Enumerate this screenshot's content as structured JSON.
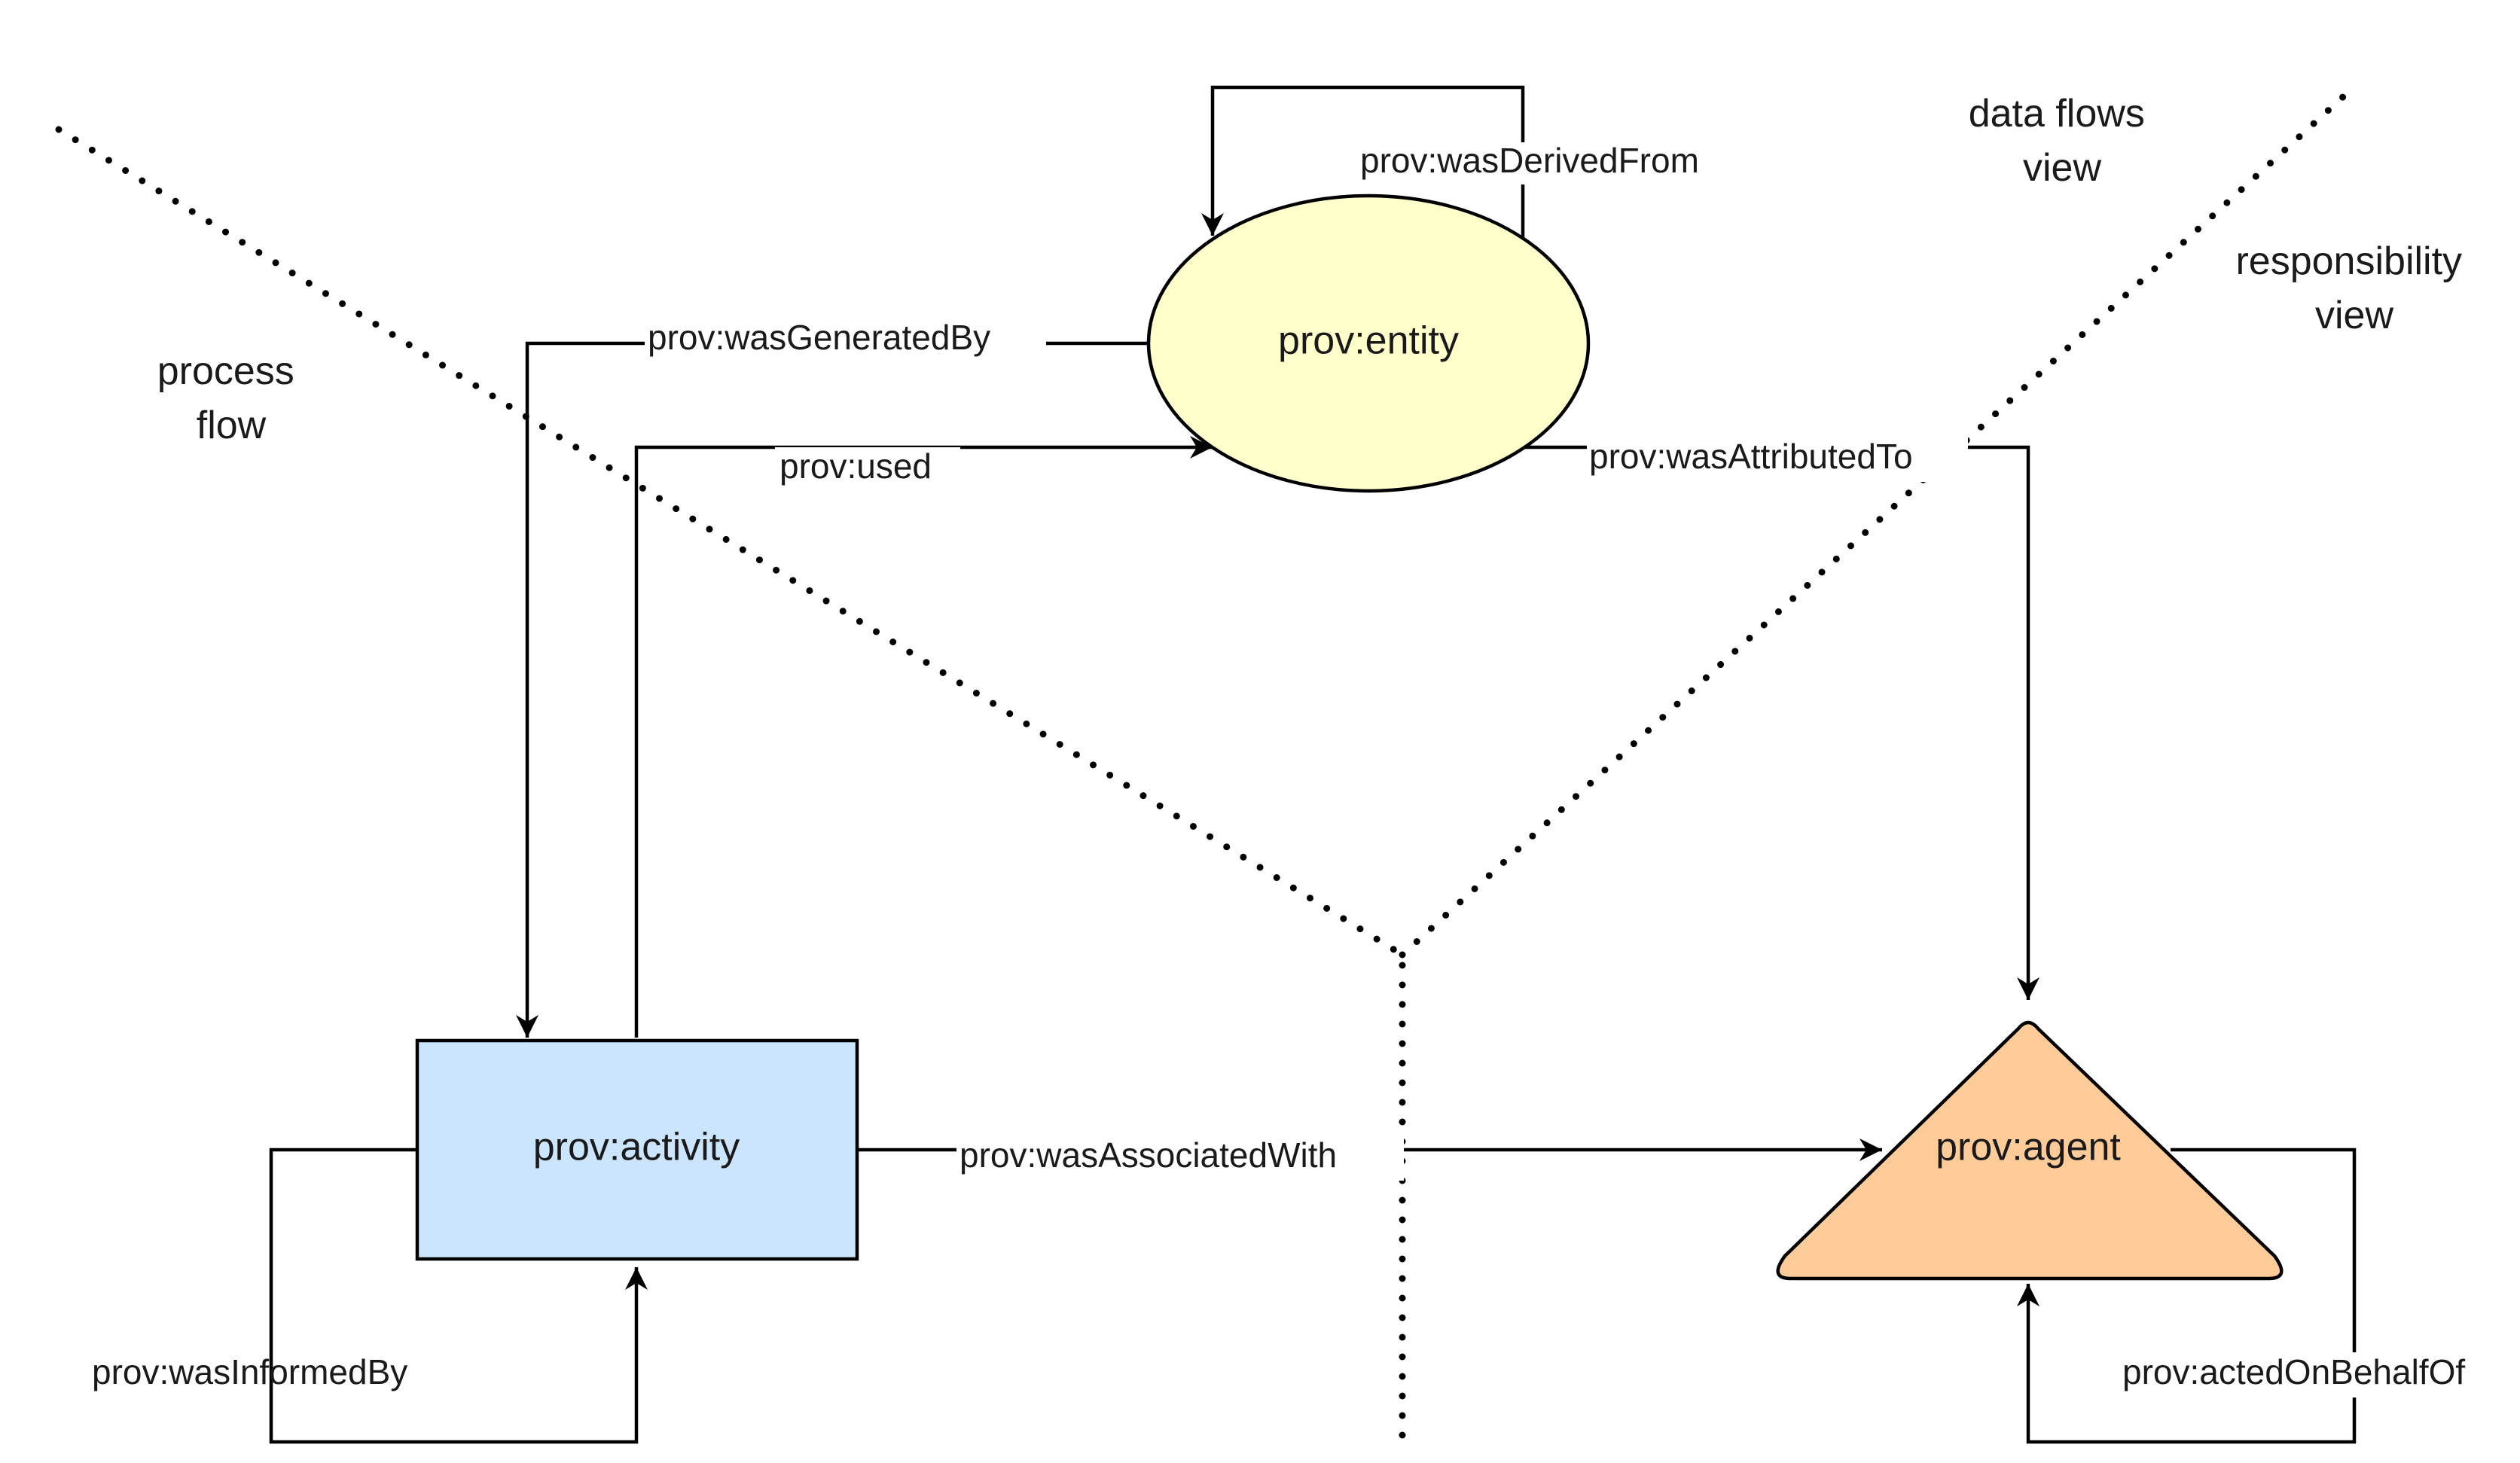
{
  "nodes": {
    "entity": {
      "label": "prov:entity",
      "fill": "#FFFFCC"
    },
    "activity": {
      "label": "prov:activity",
      "fill": "#CCE5FF"
    },
    "agent": {
      "label": "prov:agent",
      "fill": "#FFCC99"
    }
  },
  "relations": {
    "was_derived_from": "prov:wasDerivedFrom",
    "was_generated_by": "prov:wasGeneratedBy",
    "used": "prov:used",
    "was_attributed_to": "prov:wasAttributedTo",
    "was_associated_with": "prov:wasAssociatedWith",
    "was_informed_by": "prov:wasInformedBy",
    "acted_on_behalf_of": "prov:actedOnBehalfOf"
  },
  "views": {
    "process_flow": [
      "process",
      "flow"
    ],
    "data_flows": [
      "data flows",
      "view"
    ],
    "responsibility": [
      "responsibility",
      "view"
    ]
  }
}
